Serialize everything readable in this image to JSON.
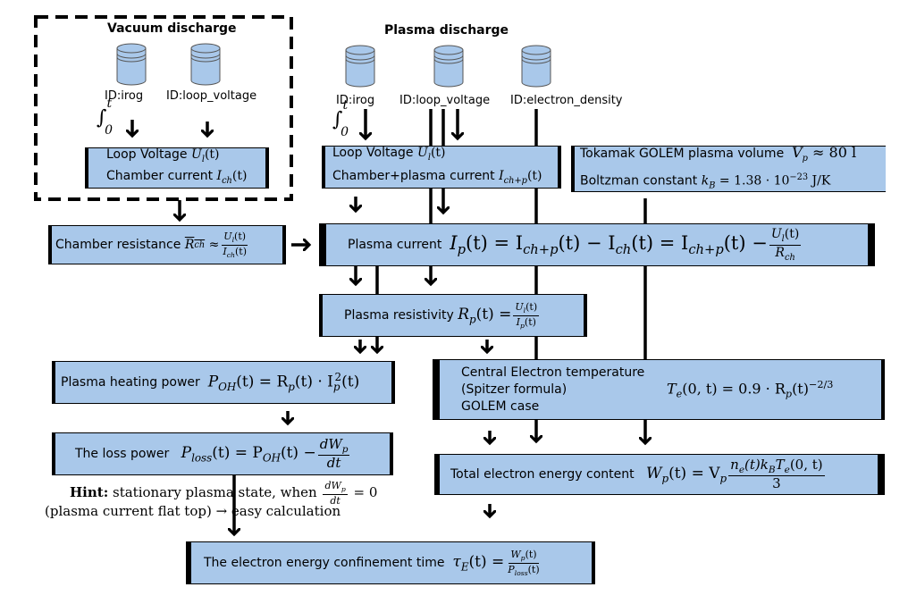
{
  "headers": {
    "vacuum": "Vacuum discharge",
    "plasma": "Plasma discharge"
  },
  "databases": {
    "vac_irog": "ID:irog",
    "vac_loop": "ID:loop_voltage",
    "pl_irog": "ID:irog",
    "pl_loop": "ID:loop_voltage",
    "pl_density": "ID:electron_density"
  },
  "integral": {
    "lower": "0",
    "upper": "t"
  },
  "boxes": {
    "vac_meas": {
      "line1_label": "Loop Voltage",
      "line1_sym": "U",
      "line1_sub": "l",
      "line1_arg": "(t)",
      "line2_label": "Chamber current",
      "line2_sym": "I",
      "line2_sub": "ch",
      "line2_arg": "(t)"
    },
    "pl_meas": {
      "line1_label": "Loop Voltage",
      "line1_sym": "U",
      "line1_sub": "l",
      "line1_arg": "(t)",
      "line2_label": "Chamber+plasma current",
      "line2_sym": "I",
      "line2_sub": "ch+p",
      "line2_arg": "(t)"
    },
    "constants": {
      "line1_label": "Tokamak GOLEM plasma volume",
      "line1_eq": "V",
      "line1_sub": "p",
      "line1_val": " ≈ 80 l",
      "line2_label": "Boltzman constant",
      "line2_eq": "k",
      "line2_sub": "B",
      "line2_val": " = 1.38 · 10",
      "line2_exp": "−23",
      "line2_unit": " J/K"
    },
    "chamber_res": {
      "label": "Chamber resistance",
      "lhs": "R",
      "lhs_sub": "ch",
      "approx": "≈",
      "num": "U",
      "num_sub": "l",
      "num_arg": "(t)",
      "den": "I",
      "den_sub": "ch",
      "den_arg": "(t)"
    },
    "plasma_current": {
      "label": "Plasma current",
      "eq_a": "I",
      "eq_a_sub": "p",
      "eq_b": "(t) = I",
      "eq_b_sub": "ch+p",
      "eq_c": "(t) − I",
      "eq_c_sub": "ch",
      "eq_d": "(t) = I",
      "eq_d_sub": "ch+p",
      "eq_e": "(t) −",
      "num": "U",
      "num_sub": "l",
      "num_arg": "(t)",
      "den": "R",
      "den_sub": "ch"
    },
    "resistivity": {
      "label": "Plasma resistivity",
      "lhs": "R",
      "lhs_sub": "p",
      "lhs_arg": "(t) =",
      "num": "U",
      "num_sub": "l",
      "num_arg": "(t)",
      "den": "I",
      "den_sub": "p",
      "den_arg": "(t)"
    },
    "heating": {
      "label": "Plasma heating power",
      "lhs": "P",
      "lhs_sub": "OH",
      "rhs": "(t) = R",
      "rhs_sub": "p",
      "rhs2": "(t) · I",
      "rhs2_sub": "p",
      "rhs2_sup": "2",
      "rhs3": "(t)"
    },
    "loss": {
      "label": "The loss power",
      "lhs": "P",
      "lhs_sub": "loss",
      "rhs": "(t) = P",
      "rhs_sub": "OH",
      "rhs2": "(t) −",
      "num": "dW",
      "num_sub": "p",
      "den": "dt"
    },
    "temperature": {
      "line1": "Central Electron temperature",
      "line2": "(Spitzer formula)",
      "line3": "GOLEM case",
      "lhs": "T",
      "lhs_sub": "e",
      "rhs": "(0, t) = 0.9 · R",
      "rhs_sub": "p",
      "rhs2": "(t)",
      "rhs2_sup": "−2/3"
    },
    "energy": {
      "label": "Total electron energy content",
      "lhs": "W",
      "lhs_sub": "p",
      "rhs": "(t) = V",
      "rhs_sub": "p",
      "num": "n",
      "num_sub": "e",
      "num2": "(t)k",
      "num2_sub": "B",
      "num3": "T",
      "num3_sub": "e",
      "num4": "(0, t)",
      "den": "3"
    },
    "confinement": {
      "label": "The electron energy confinement time",
      "lhs": "τ",
      "lhs_sub": "E",
      "lhs_arg": "(t) =",
      "num": "W",
      "num_sub": "p",
      "num_arg": "(t)",
      "den": "P",
      "den_sub": "loss",
      "den_arg": "(t)"
    }
  },
  "hint": {
    "bold": "Hint:",
    "line1": " stationary plasma state, when ",
    "frac_num": "dW",
    "frac_num_sub": "p",
    "frac_den": "dt",
    "line1_end": " = 0",
    "line2": "(plasma current flat top) → easy calculation"
  }
}
